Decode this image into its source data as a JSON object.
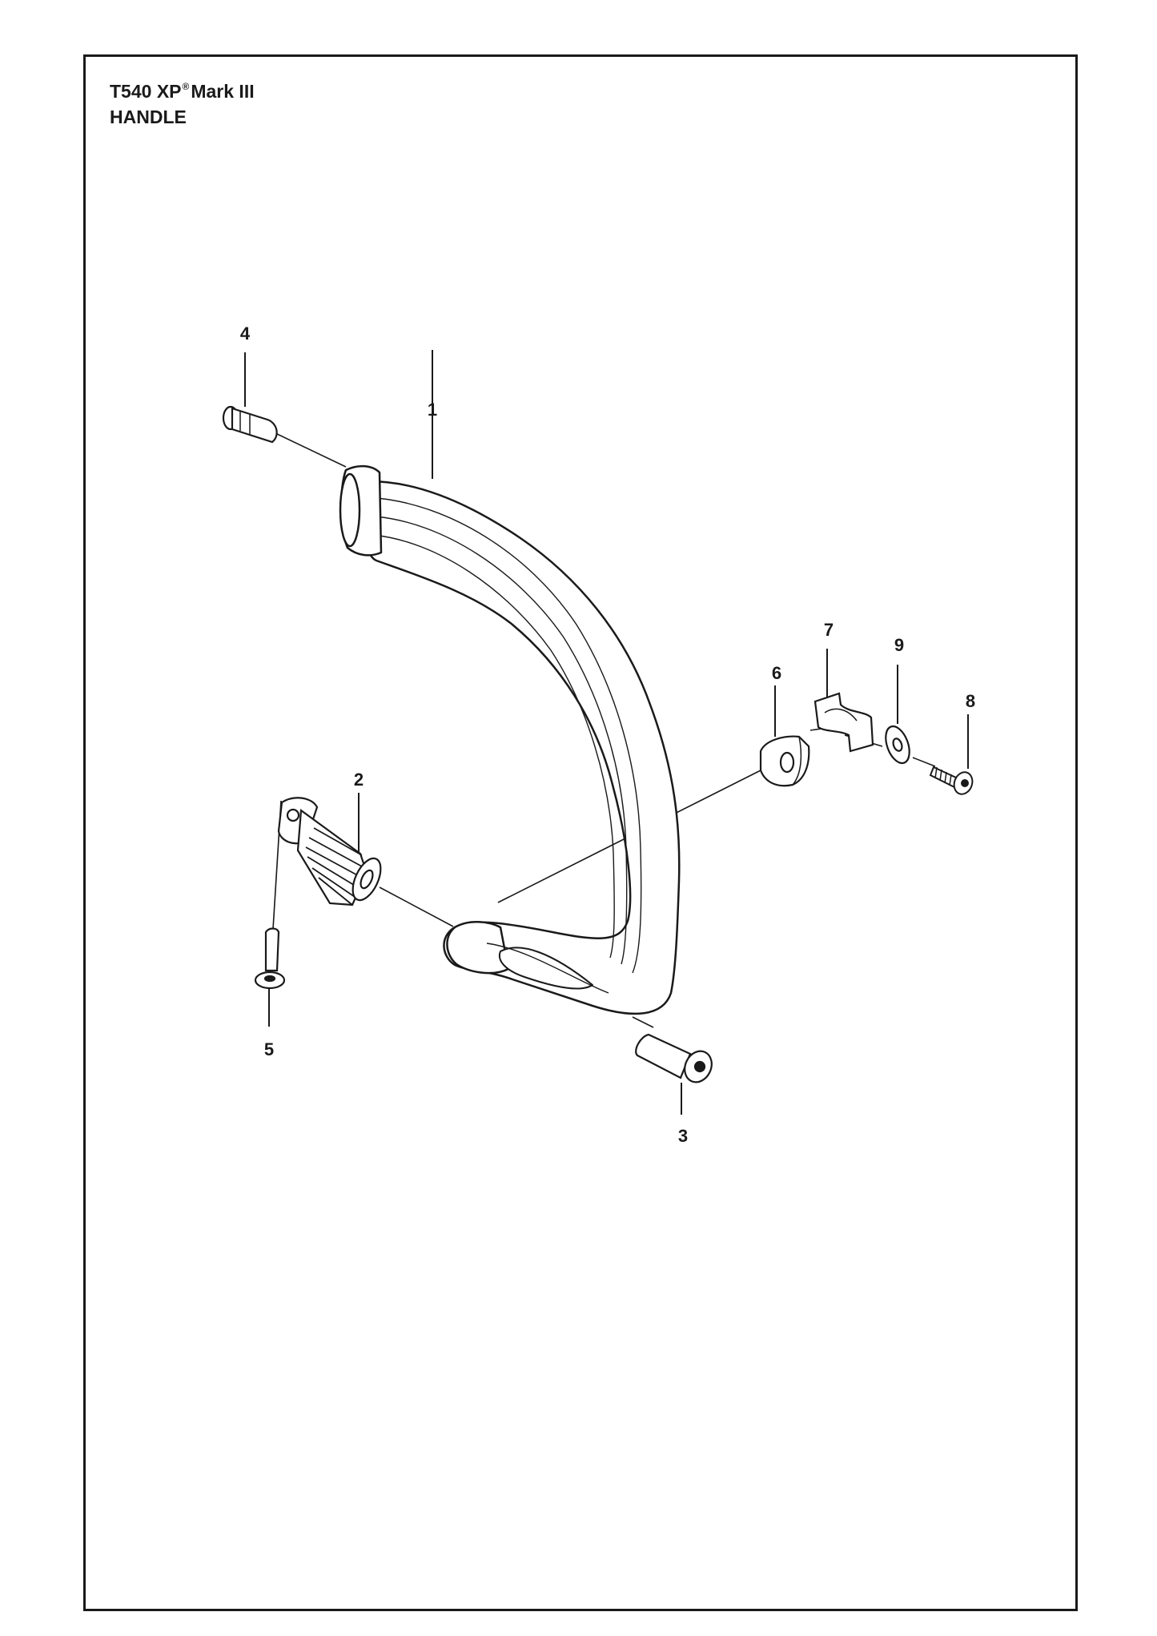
{
  "header": {
    "model": "T540 XP",
    "registered_mark": "®",
    "model_suffix": "Mark III",
    "section": "HANDLE"
  },
  "callouts": {
    "c1": "1",
    "c2": "2",
    "c3": "3",
    "c4": "4",
    "c5": "5",
    "c6": "6",
    "c7": "7",
    "c8": "8",
    "c9": "9"
  },
  "icons": [
    "handle-bar",
    "buffer-spring",
    "screw",
    "bolt",
    "nut",
    "clip",
    "washer"
  ]
}
